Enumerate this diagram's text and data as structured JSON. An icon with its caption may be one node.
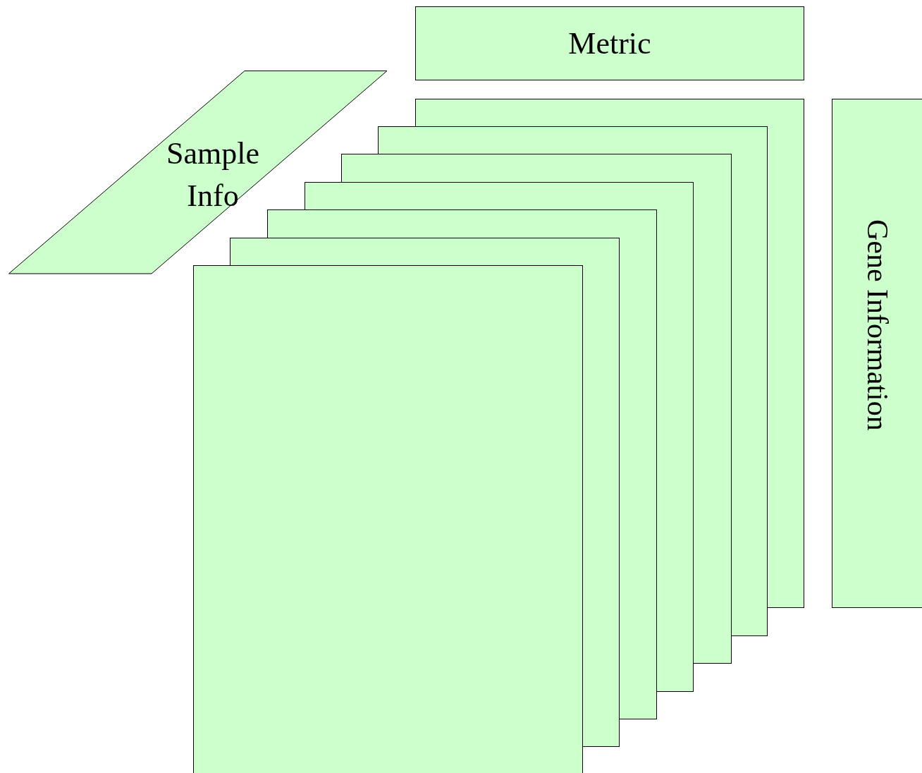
{
  "diagram": {
    "nodes": [
      {
        "text": [
          "Metric"
        ]
      },
      {
        "text": [
          "Sample Info"
        ]
      },
      {
        "text": [],
        "shape": "box"
      },
      {
        "text": [],
        "shape": "box"
      },
      {
        "text": [],
        "shape": "box"
      },
      {
        "text": [],
        "shape": "box"
      },
      {
        "text": [],
        "shape": "box"
      },
      {
        "text": [],
        "shape": "box"
      },
      {
        "text": [],
        "shape": "box"
      },
      {
        "text": [
          "Gene Information"
        ]
      }
    ]
  }
}
